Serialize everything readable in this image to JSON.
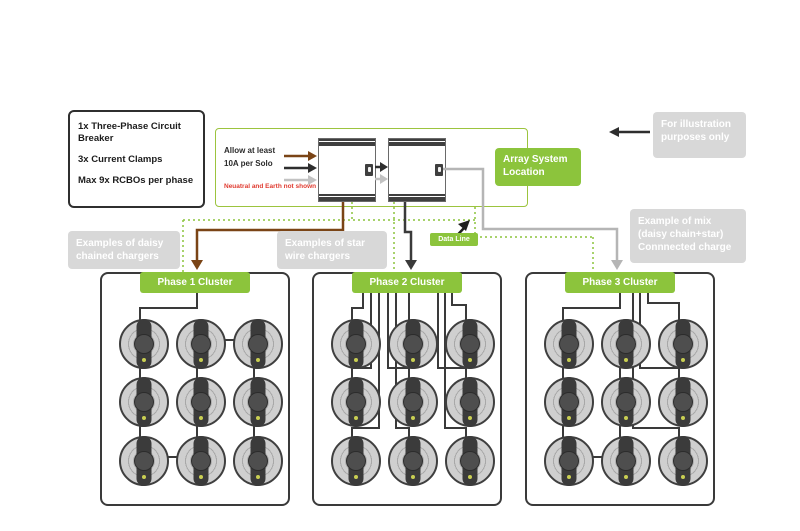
{
  "accent_green": "#8cc43c",
  "info_box": {
    "lines": [
      "1x Three-Phase Circuit Breaker",
      "3x Current Clamps",
      "Max 9x RCBOs per phase"
    ]
  },
  "legend": {
    "line1": "Allow at least",
    "line2": "10A per Solo",
    "note": "Neuatral and Earth not shown"
  },
  "array_label": "Array System Location",
  "illustration_note": "For illustration purposes only",
  "notes": {
    "daisy": "Examples of daisy chained chargers",
    "star": "Examples of star wire chargers",
    "mix": "Example of mix (daisy chain+star) Connnected charge"
  },
  "data_line_label": "Data Line",
  "clusters": [
    {
      "label": "Phase 1 Cluster",
      "wiring": "daisy-chain"
    },
    {
      "label": "Phase 2 Cluster",
      "wiring": "star"
    },
    {
      "label": "Phase 3 Cluster",
      "wiring": "mixed"
    }
  ],
  "wire_colors": {
    "live_brown": "#7a4416",
    "live_black": "#3a3a3a",
    "live_gray": "#b5b5b5",
    "data_green": "#8cc43c"
  }
}
